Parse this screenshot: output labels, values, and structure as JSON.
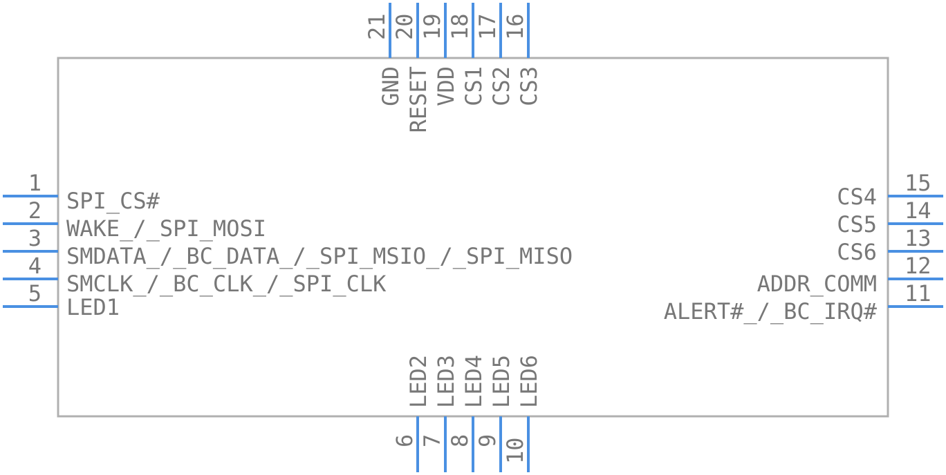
{
  "component": {
    "pins_left": [
      {
        "number": "1",
        "name": "SPI_CS#"
      },
      {
        "number": "2",
        "name": "WAKE_/_SPI_MOSI"
      },
      {
        "number": "3",
        "name": "SMDATA_/_BC_DATA_/_SPI_MSIO_/_SPI_MISO"
      },
      {
        "number": "4",
        "name": "SMCLK_/_BC_CLK_/_SPI_CLK"
      },
      {
        "number": "5",
        "name": "LED1"
      }
    ],
    "pins_right": [
      {
        "number": "15",
        "name": "CS4"
      },
      {
        "number": "14",
        "name": "CS5"
      },
      {
        "number": "13",
        "name": "CS6"
      },
      {
        "number": "12",
        "name": "ADDR_COMM"
      },
      {
        "number": "11",
        "name": "ALERT#_/_BC_IRQ#"
      }
    ],
    "pins_top": [
      {
        "number": "21",
        "name": "GND"
      },
      {
        "number": "20",
        "name": "RESET"
      },
      {
        "number": "19",
        "name": "VDD"
      },
      {
        "number": "18",
        "name": "CS1"
      },
      {
        "number": "17",
        "name": "CS2"
      },
      {
        "number": "16",
        "name": "CS3"
      }
    ],
    "pins_bottom": [
      {
        "number": "6",
        "name": "LED2"
      },
      {
        "number": "7",
        "name": "LED3"
      },
      {
        "number": "8",
        "name": "LED4"
      },
      {
        "number": "9",
        "name": "LED5"
      },
      {
        "number": "10",
        "name": "LED6"
      }
    ]
  },
  "colors": {
    "pin_line": "#4a90e2",
    "body_outline": "#b0b0b0",
    "text": "#777777"
  }
}
